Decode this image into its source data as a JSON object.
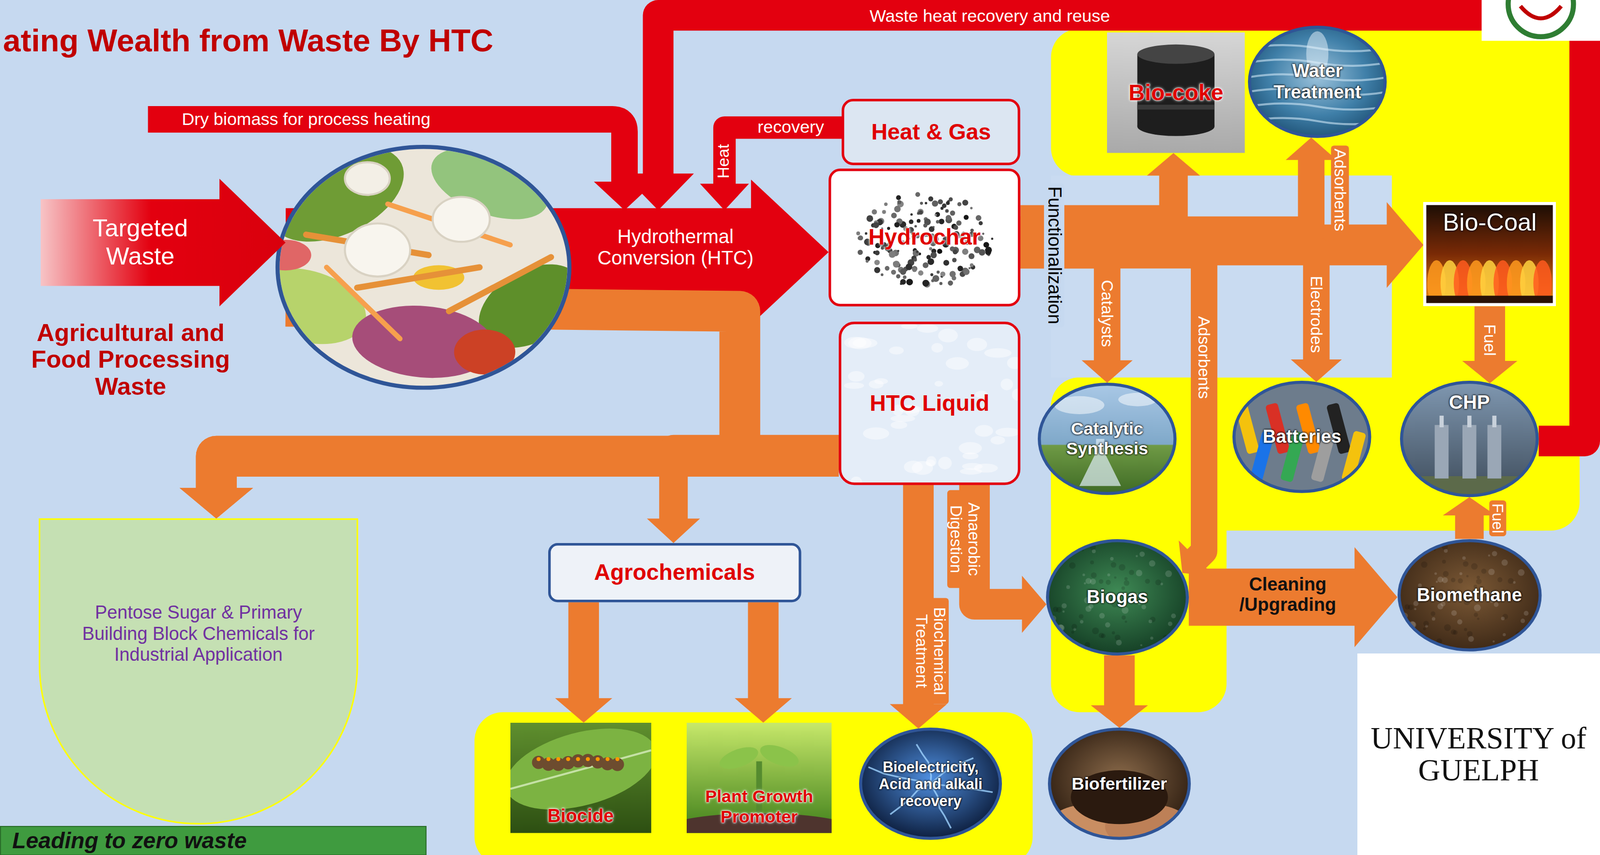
{
  "diagram": {
    "title": "ating Wealth from Waste By HTC",
    "nodes": [
      {
        "text": [
          "Targeted Waste"
        ]
      },
      {
        "text": [
          "Heat & Gas"
        ]
      },
      {
        "text": [
          "Hydrochar"
        ]
      },
      {
        "text": [
          "HTC Liquid"
        ]
      },
      {
        "text": [
          "Bio-coke"
        ]
      },
      {
        "text": [
          "Water Treatment"
        ]
      },
      {
        "text": [
          "Bio-Coal"
        ]
      },
      {
        "text": [
          "Catalytic Synthesis"
        ]
      },
      {
        "text": [
          "Batteries"
        ]
      },
      {
        "text": [
          "CHP"
        ]
      },
      {
        "text": [
          "Pentose Sugar & Primary Building Block Chemicals for Industrial Application"
        ]
      },
      {
        "text": [
          "Agrochemicals"
        ]
      },
      {
        "text": [
          "Biogas"
        ]
      },
      {
        "text": [
          "Biomethane"
        ]
      },
      {
        "text": [
          "Biocide"
        ]
      },
      {
        "text": [
          "Plant Growth Promoter"
        ]
      },
      {
        "text": [
          "Bioelectricity, Acid and alkali recovery"
        ]
      },
      {
        "text": [
          "Biofertilizer"
        ]
      },
      {
        "text": [
          "Leading to zero waste"
        ]
      },
      {
        "text": [
          "UNIVERSITY of GUELPH"
        ]
      }
    ],
    "edges": [
      {
        "from": 0,
        "to": 2,
        "arrow": "to",
        "label": "Hydrothermal Conversion (HTC)"
      },
      {
        "from": 1,
        "to": 0,
        "arrow": "to",
        "label": "recovery"
      },
      {
        "from": 9,
        "to": 0,
        "arrow": "to",
        "label": "Waste heat recovery and reuse"
      },
      {
        "from": 0,
        "to": 10,
        "arrow": "to"
      },
      {
        "from": 3,
        "to": 10,
        "arrow": "to"
      },
      {
        "from": 3,
        "to": 11,
        "arrow": "to"
      },
      {
        "from": 2,
        "to": 4,
        "arrow": "to"
      },
      {
        "from": 2,
        "to": 5,
        "arrow": "to",
        "label": "Adsorbents"
      },
      {
        "from": 2,
        "to": 6,
        "arrow": "to"
      },
      {
        "from": 2,
        "to": 7,
        "arrow": "to",
        "label": "Catalysts"
      },
      {
        "from": 2,
        "to": 12,
        "arrow": "to",
        "label": "Adsorbents"
      },
      {
        "from": 2,
        "to": 8,
        "arrow": "to",
        "label": "Electrodes"
      },
      {
        "from": 6,
        "to": 9,
        "arrow": "to",
        "label": "Fuel"
      },
      {
        "from": 13,
        "to": 9,
        "arrow": "to",
        "label": "Fuel"
      },
      {
        "from": 3,
        "to": 12,
        "arrow": "to",
        "label": "Anaerobic Digestion"
      },
      {
        "from": 3,
        "to": 16,
        "arrow": "to",
        "label": "Biochemical Treatment"
      },
      {
        "from": 12,
        "to": 13,
        "arrow": "to",
        "label": "Cleaning /Upgrading"
      },
      {
        "from": 12,
        "to": 17,
        "arrow": "to"
      },
      {
        "from": 11,
        "to": 14,
        "arrow": "to"
      },
      {
        "from": 11,
        "to": 15,
        "arrow": "to"
      }
    ],
    "labels": [
      "Agricultural and Food Processing Waste",
      "Dry biomass for process heating",
      "Heat",
      "Functionalization"
    ]
  }
}
